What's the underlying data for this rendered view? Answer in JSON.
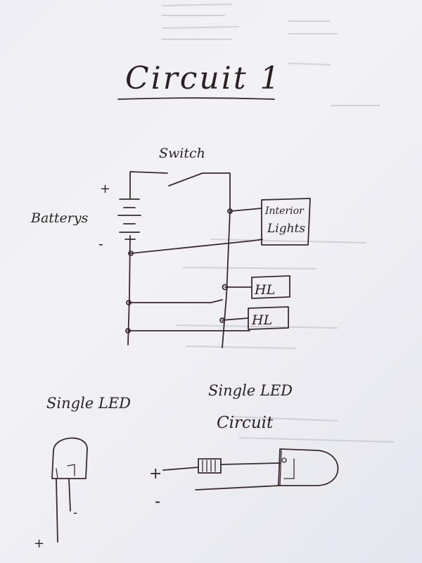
{
  "title": "Circuit 1",
  "labels": {
    "switch": "Switch",
    "plus": "+",
    "minus": "-",
    "batteries": "Batterys",
    "interior_light_line1": "Interior",
    "interior_light_line2": "Lights",
    "hl_top": "HL",
    "hl_bottom": "HL",
    "single_led": "Single LED",
    "single_led_circuit_line1": "Single LED",
    "single_led_circuit_line2": "Circuit",
    "led_plus": "+",
    "led_minus": "-",
    "circuit_plus": "+",
    "circuit_minus": "-"
  },
  "colors": {
    "ink": "#3a2a2e",
    "paper": "#eeeef4"
  }
}
